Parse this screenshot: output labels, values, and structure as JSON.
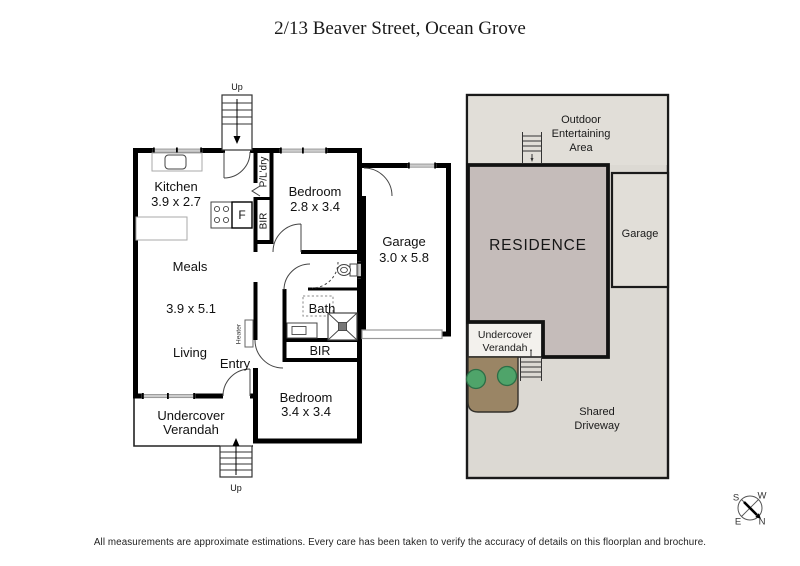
{
  "page": {
    "title": "2/13 Beaver Street, Ocean Grove",
    "disclaimer": "All measurements are approximate estimations. Every care has been taken to verify the accuracy of details on this floorplan and brochure."
  },
  "floorplan": {
    "stairs_top_label": "Up",
    "stairs_bottom_label": "Up",
    "rooms": {
      "kitchen": {
        "name": "Kitchen",
        "dims": "3.9 x 2.7"
      },
      "meals": {
        "name": "Meals"
      },
      "living": {
        "name": "Living"
      },
      "living_meals_dims": "3.9 x 5.1",
      "bedroom1": {
        "name": "Bedroom",
        "dims": "2.8 x 3.4"
      },
      "bedroom2": {
        "name": "Bedroom",
        "dims": "3.4 x 3.4"
      },
      "garage": {
        "name": "Garage",
        "dims": "3.0 x 5.8"
      },
      "bath": {
        "name": "Bath"
      },
      "entry": {
        "name": "Entry"
      },
      "verandah": {
        "line1": "Undercover",
        "line2": "Verandah"
      }
    },
    "fixtures": {
      "laundry": "P/L'dry",
      "bir_closet": "BIR",
      "bir_hall": "BIR",
      "fridge": "F",
      "heater": "Heater"
    }
  },
  "siteplan": {
    "outdoor": {
      "line1": "Outdoor",
      "line2": "Entertaining",
      "line3": "Area"
    },
    "residence": {
      "name": "RESIDENCE"
    },
    "garage": {
      "name": "Garage"
    },
    "verandah": {
      "line1": "Undercover",
      "line2": "Verandah"
    },
    "driveway": {
      "line1": "Shared",
      "line2": "Driveway"
    }
  },
  "compass": {
    "n": "N",
    "s": "S",
    "e": "E",
    "w": "W"
  },
  "colors": {
    "wall": "#000000",
    "site_background": "#dcd9d3",
    "site_light_area": "#e1ded8",
    "residence_fill": "#c5bcba",
    "verandah_fill": "#f3f1ed",
    "garden_fill": "#9a8565",
    "bush_fill": "#4fa46a"
  }
}
